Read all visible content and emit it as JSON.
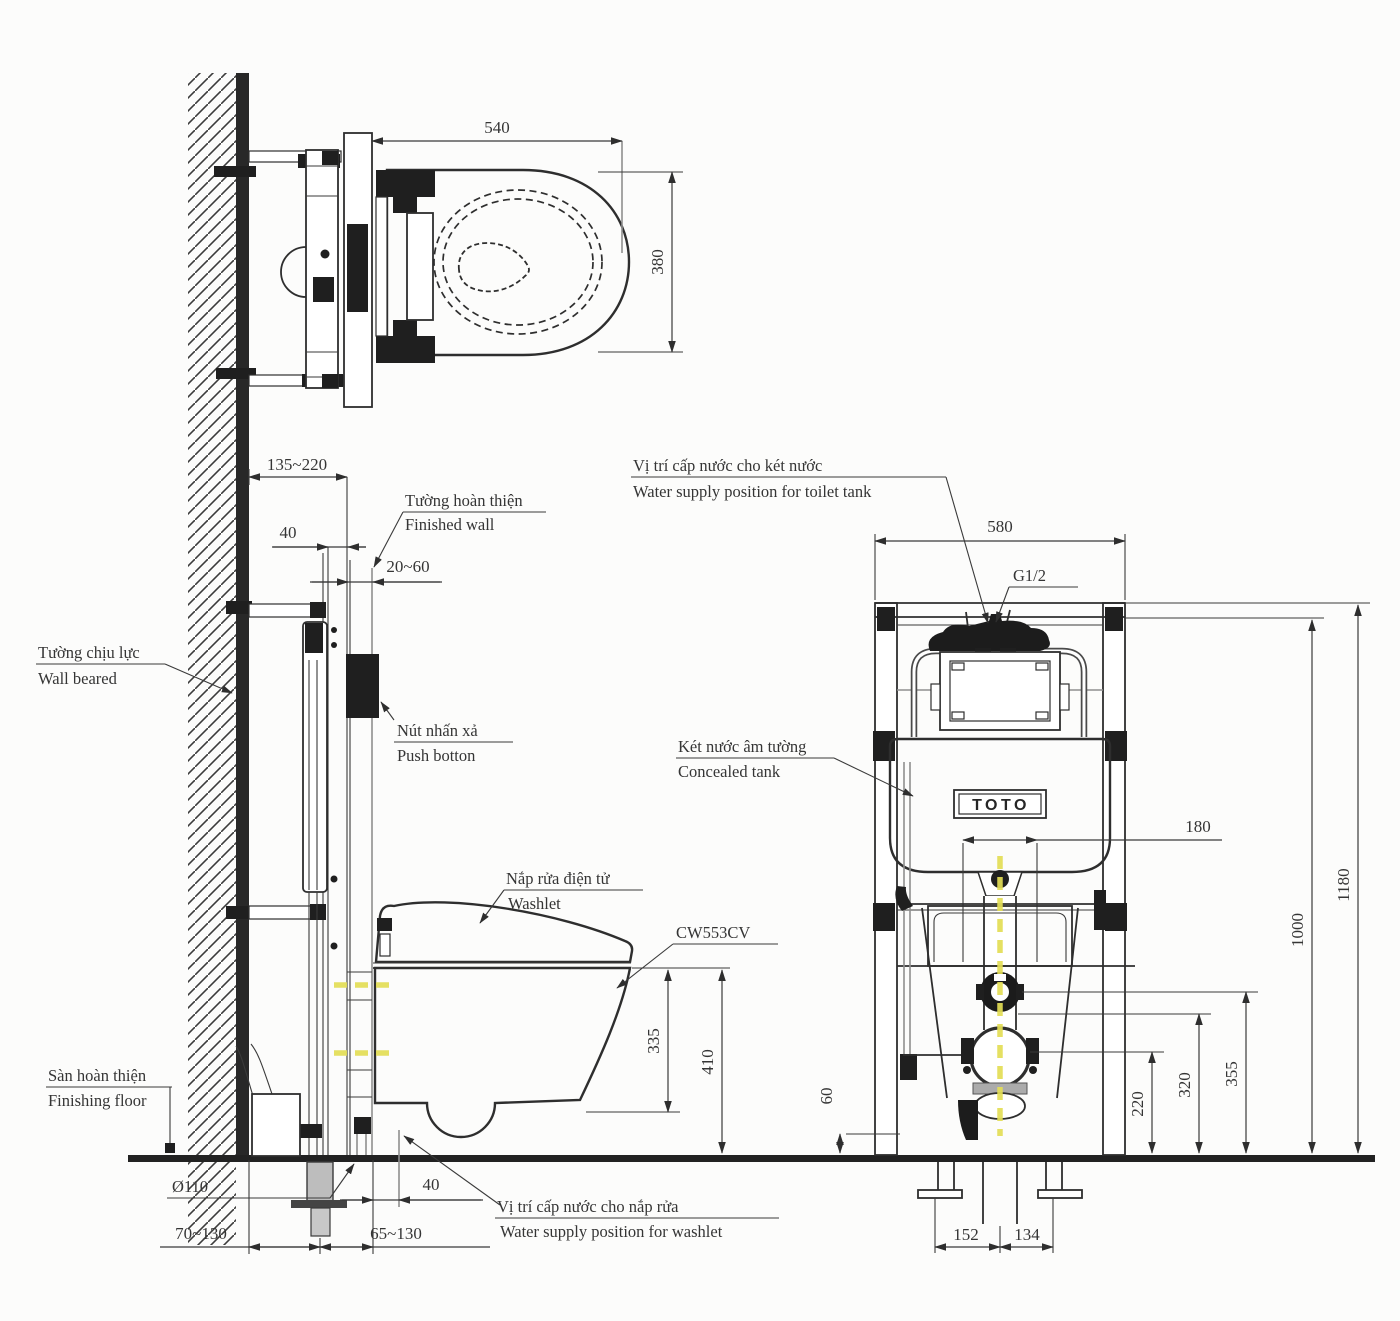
{
  "drawing_type": "toilet-installation-technical-drawing",
  "colors": {
    "line": "#2e2e2e",
    "highlight_yellow": "#e3dd55"
  },
  "top_view": {
    "width": "540",
    "depth": "380"
  },
  "side_view": {
    "wall_offset": "135~220",
    "frame_gap": "40",
    "finished_wall_thickness": "20~60",
    "bowl_height": "335",
    "rim_height": "410",
    "drain_diameter": "Ø110",
    "drain_offset": "70~130",
    "supply_offset": "65~130",
    "washlet_supply_gap": "40",
    "model": "CW553CV",
    "labels": {
      "load_wall_vi": "Tường chịu lực",
      "load_wall_en": "Wall beared",
      "finished_wall_vi": "Tường hoàn thiện",
      "finished_wall_en": "Finished wall",
      "push_button_vi": "Nút nhấn xả",
      "push_button_en": "Push botton",
      "washlet_vi": "Nắp rửa điện tử",
      "washlet_en": "Washlet",
      "floor_vi": "Sàn hoàn thiện",
      "floor_en": "Finishing floor",
      "washlet_supply_vi": "Vị trí cấp nước cho nắp rửa",
      "washlet_supply_en": "Water supply position for washlet"
    }
  },
  "front_view": {
    "frame_width": "580",
    "thread": "G1/2",
    "bolt_spacing": "180",
    "tank_height": "1000",
    "frame_height": "1180",
    "left_height": "60",
    "outlet_height": "220",
    "mid_height": "320",
    "upper_height": "355",
    "leg_left": "152",
    "leg_right": "134",
    "brand": "TOTO",
    "labels": {
      "tank_supply_vi": "Vị trí cấp nước cho két nước",
      "tank_supply_en": "Water supply position for toilet tank",
      "concealed_tank_vi": "Két nước âm tường",
      "concealed_tank_en": "Concealed tank"
    }
  }
}
